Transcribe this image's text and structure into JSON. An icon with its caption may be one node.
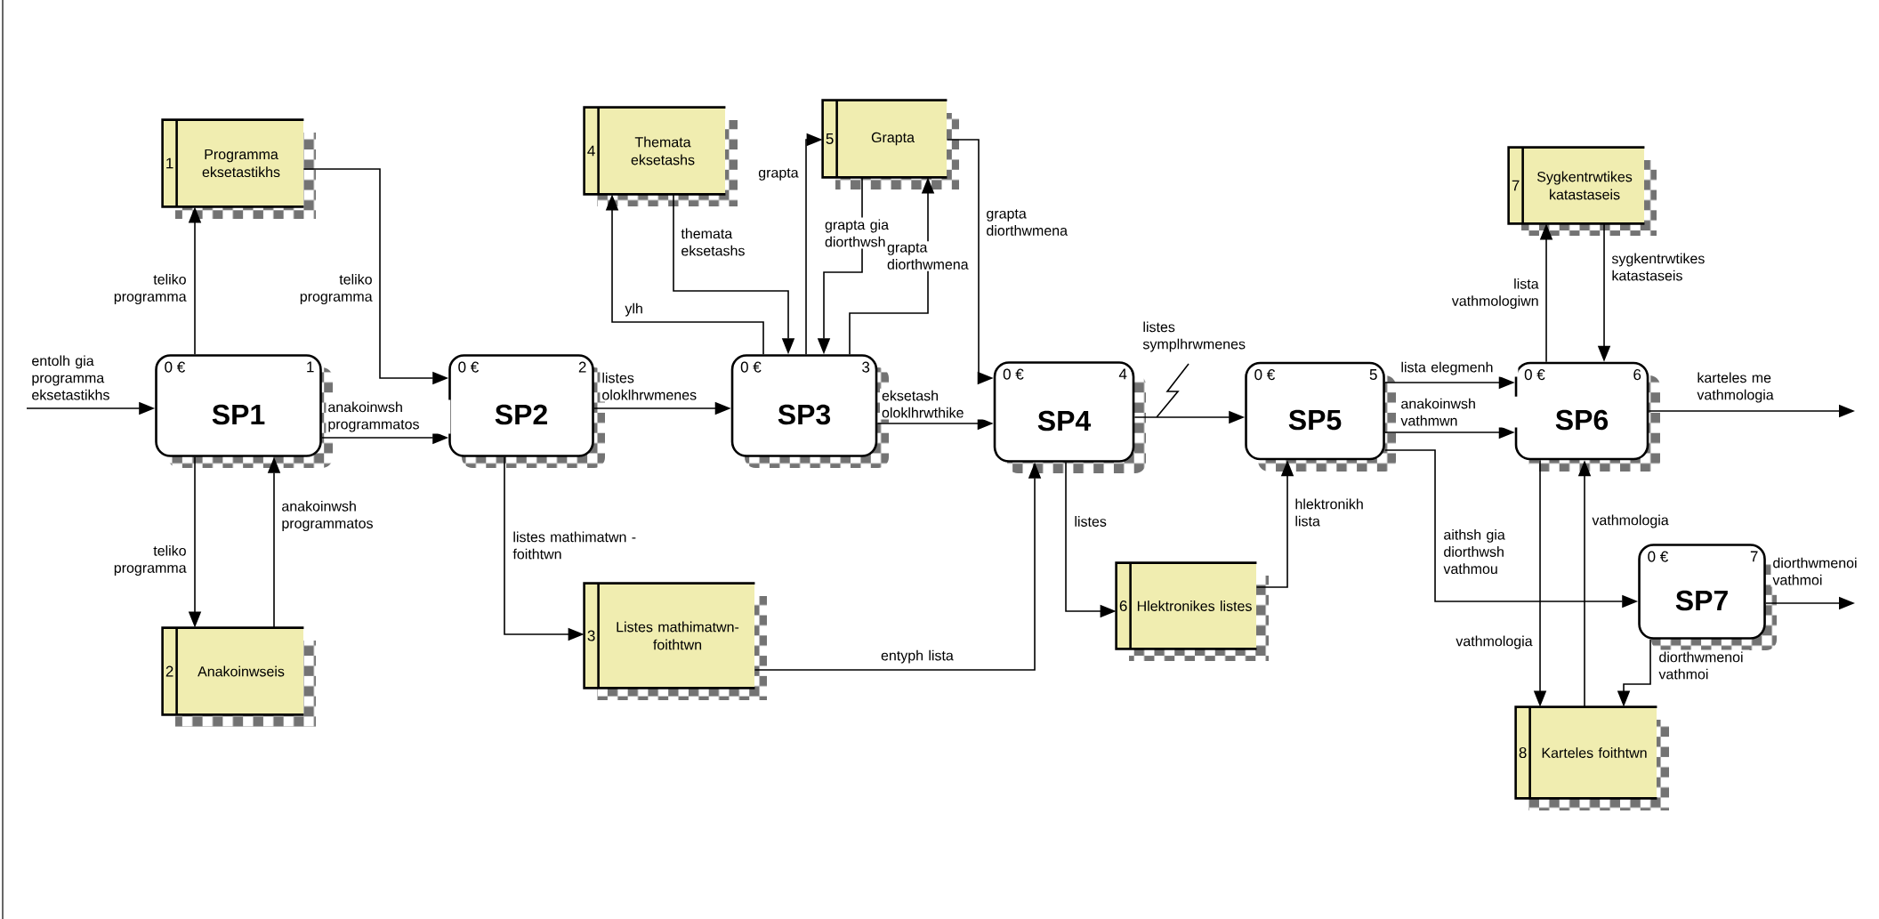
{
  "diagram": {
    "nodes": [
      {
        "text": [
          "1",
          "Programma eksetastikhs"
        ]
      },
      {
        "text": [
          "4",
          "Themata eksetashs"
        ]
      },
      {
        "text": [
          "5",
          "Grapta"
        ]
      },
      {
        "text": [
          "7",
          "Sygkentrwtikes katastaseis"
        ]
      },
      {
        "text": [
          "0 €",
          "1",
          "SP1"
        ]
      },
      {
        "text": [
          "0 €",
          "2",
          "SP2"
        ]
      },
      {
        "text": [
          "0 €",
          "3",
          "SP3"
        ]
      },
      {
        "text": [
          "0 €",
          "4",
          "SP4"
        ]
      },
      {
        "text": [
          "0 €",
          "5",
          "SP5"
        ]
      },
      {
        "text": [
          "0 €",
          "6",
          "SP6"
        ]
      },
      {
        "text": [
          "0 €",
          "7",
          "SP7"
        ]
      },
      {
        "text": [
          "6",
          "Hlektronikes listes"
        ]
      },
      {
        "text": [
          "3",
          "Listes mathimatwn-foithtwn"
        ]
      },
      {
        "text": [
          "2",
          "Anakoinwseis"
        ]
      },
      {
        "text": [
          "8",
          "Karteles foithtwn"
        ]
      }
    ],
    "edges": [
      {
        "from": null,
        "to": 4,
        "arrow": "to",
        "label": "entolh gia programma eksetastikhs"
      },
      {
        "from": 4,
        "to": 0,
        "arrow": "to",
        "label": "teliko programma"
      },
      {
        "from": 0,
        "to": 5,
        "arrow": "to",
        "label": "teliko programma"
      },
      {
        "from": 4,
        "to": 5,
        "arrow": "to",
        "label": "anakoinwsh programmatos"
      },
      {
        "from": 4,
        "to": 13,
        "arrow": "to",
        "label": "teliko programma"
      },
      {
        "from": 13,
        "to": 4,
        "arrow": "to",
        "label": "anakoinwsh programmatos"
      },
      {
        "from": 5,
        "to": 12,
        "arrow": "to",
        "label": "listes mathimatwn - foithtwn"
      },
      {
        "from": 5,
        "to": 6,
        "arrow": "to",
        "label": "listes oloklhrwmenes"
      },
      {
        "from": 6,
        "to": 1,
        "arrow": "to",
        "label": "ylh"
      },
      {
        "from": 1,
        "to": 6,
        "arrow": "to",
        "label": "themata eksetashs"
      },
      {
        "from": 6,
        "to": 2,
        "arrow": "to",
        "label": "grapta"
      },
      {
        "from": 2,
        "to": 6,
        "arrow": "to",
        "label": "grapta gia diorthwsh"
      },
      {
        "from": 6,
        "to": 2,
        "arrow": "to",
        "label": "grapta diorthwmena"
      },
      {
        "from": 2,
        "to": 7,
        "arrow": "to",
        "label": "grapta diorthwmena"
      },
      {
        "from": 6,
        "to": 7,
        "arrow": "to",
        "label": "eksetash oloklhrwthike"
      },
      {
        "from": 12,
        "to": 7,
        "arrow": "to",
        "label": "entyph lista"
      },
      {
        "from": 7,
        "to": 11,
        "arrow": "to",
        "label": "listes"
      },
      {
        "from": 7,
        "to": 8,
        "arrow": "to",
        "label": "listes symplhrwmenes"
      },
      {
        "from": 11,
        "to": 8,
        "arrow": "to",
        "label": "hlektronikh lista"
      },
      {
        "from": 8,
        "to": 9,
        "arrow": "to",
        "label": "lista elegmenh"
      },
      {
        "from": 8,
        "to": 9,
        "arrow": "to",
        "label": "anakoinwsh vathmwn"
      },
      {
        "from": 8,
        "to": 10,
        "arrow": "to",
        "label": "aithsh gia diorthwsh vathmou"
      },
      {
        "from": 9,
        "to": 3,
        "arrow": "to",
        "label": "lista vathmologiwn"
      },
      {
        "from": 3,
        "to": 9,
        "arrow": "to",
        "label": "sygkentrwtikes katastaseis"
      },
      {
        "from": 9,
        "to": null,
        "arrow": "to",
        "label": "karteles me vathmologia"
      },
      {
        "from": 9,
        "to": 14,
        "arrow": "to",
        "label": "vathmologia"
      },
      {
        "from": 14,
        "to": 9,
        "arrow": "to",
        "label": "vathmologia"
      },
      {
        "from": 10,
        "to": null,
        "arrow": "to",
        "label": "diorthwmenoi vathmoi"
      },
      {
        "from": 10,
        "to": 14,
        "arrow": "to",
        "label": "diorthwmenoi vathmoi"
      }
    ]
  }
}
